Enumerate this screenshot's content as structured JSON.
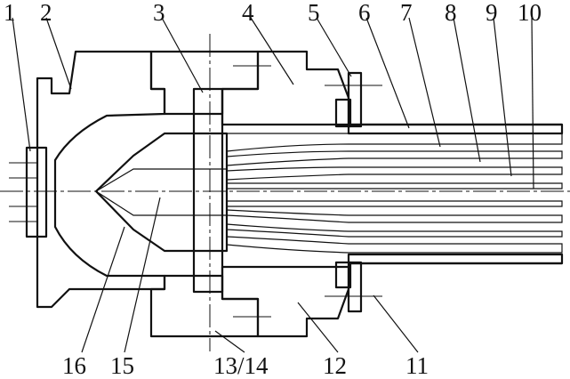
{
  "figure": {
    "top_labels": [
      "1",
      "2",
      "3",
      "4",
      "5",
      "6",
      "7",
      "8",
      "9",
      "10"
    ],
    "bottom_labels": [
      "16",
      "15",
      "13/14",
      "12",
      "11"
    ]
  }
}
